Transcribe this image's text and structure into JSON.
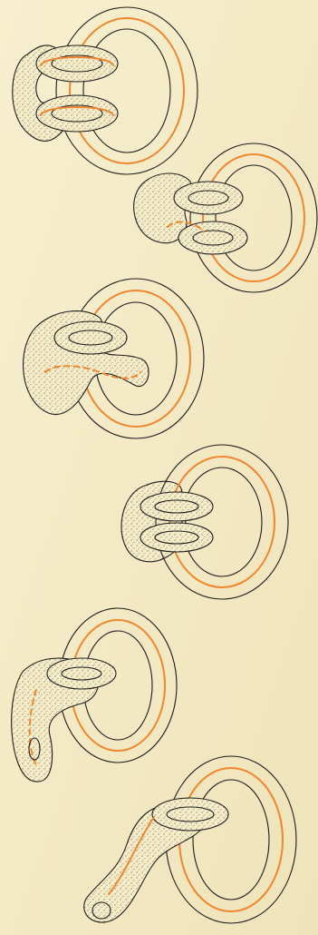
{
  "colors": {
    "paper": "#f5ecc8",
    "ink": "#1d1d1d",
    "core_curve": "#f0862e",
    "stipple": "#6b6253"
  },
  "figures": [
    {
      "id": "figure-1",
      "icon": "linked-torus-drawing"
    },
    {
      "id": "figure-2",
      "icon": "linked-torus-drawing"
    },
    {
      "id": "figure-3",
      "icon": "deformed-torus-drawing"
    },
    {
      "id": "figure-4",
      "icon": "linked-torus-drawing"
    },
    {
      "id": "figure-5",
      "icon": "deformed-torus-drawing"
    },
    {
      "id": "figure-6",
      "icon": "deformed-torus-drawing"
    }
  ]
}
